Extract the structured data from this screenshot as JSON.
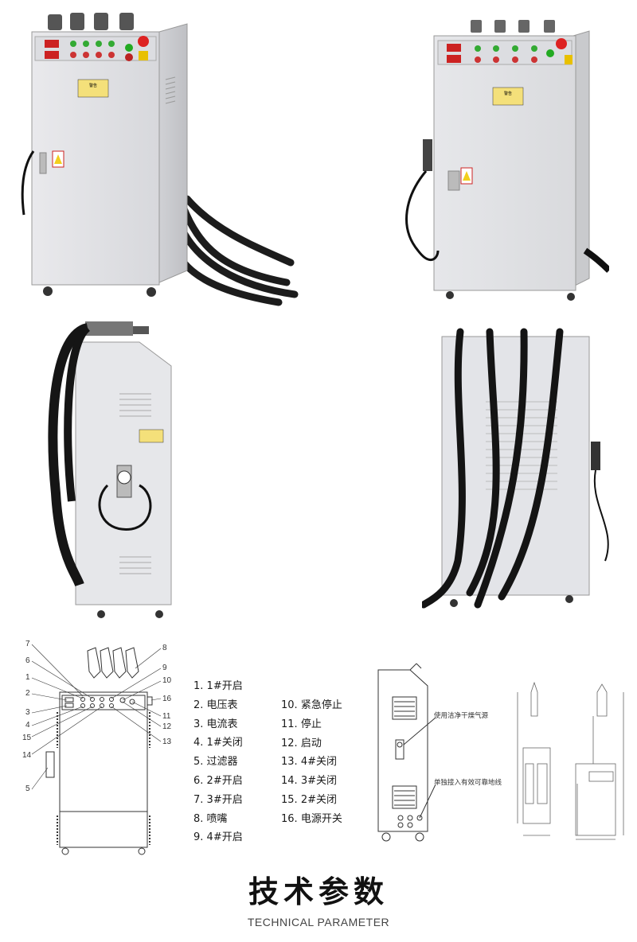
{
  "photos": {
    "front_left": {
      "warning_label": "警告"
    },
    "front_right": {
      "warning_label": "警告"
    }
  },
  "diagram_callouts": [
    "7",
    "6",
    "1",
    "2",
    "3",
    "4",
    "15",
    "14",
    "5",
    "8",
    "9",
    "10",
    "11",
    "12",
    "13",
    "16"
  ],
  "legend_left": [
    {
      "num": "1.",
      "label": "1#开启"
    },
    {
      "num": "2.",
      "label": "电压表"
    },
    {
      "num": "3.",
      "label": "电流表"
    },
    {
      "num": "4.",
      "label": "1#关闭"
    },
    {
      "num": "5.",
      "label": "过滤器"
    },
    {
      "num": "6.",
      "label": "2#开启"
    },
    {
      "num": "7.",
      "label": "3#开启"
    },
    {
      "num": "8.",
      "label": "喷嘴"
    },
    {
      "num": "9.",
      "label": "4#开启"
    }
  ],
  "legend_right": [
    {
      "num": "10.",
      "label": "紧急停止"
    },
    {
      "num": "11.",
      "label": "停止"
    },
    {
      "num": "12.",
      "label": "启动"
    },
    {
      "num": "13.",
      "label": "4#关闭"
    },
    {
      "num": "14.",
      "label": "3#关闭"
    },
    {
      "num": "15.",
      "label": "2#关闭"
    },
    {
      "num": "16.",
      "label": "电源开关"
    }
  ],
  "side_annotations": {
    "air_source": "使用洁净干燥气源",
    "ground": "单独接入有效可靠地线"
  },
  "title_zh": "技术参数",
  "title_en": "TECHNICAL PARAMETER"
}
